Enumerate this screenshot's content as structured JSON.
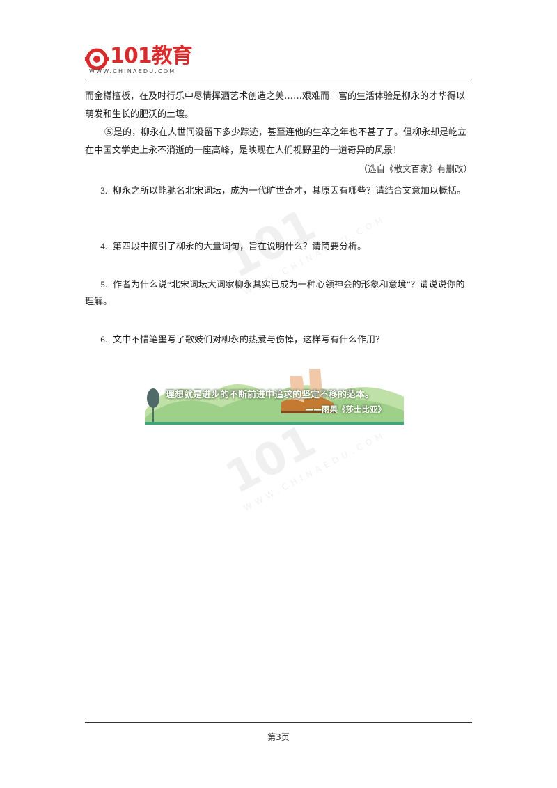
{
  "header": {
    "logo_number": "101",
    "logo_cn": "教育",
    "logo_url": "WWW.CHINAEDU.COM"
  },
  "body": {
    "para1": "而金樽檀板，在及时行乐中尽情挥洒艺术创造之美……艰难而丰富的生活体验是柳永的才华得以萌发和生长的肥沃的土壤。",
    "para2": "⑤是的，柳永在人世间没留下多少踪迹，甚至连他的生卒之年也不甚了了。但柳永却是屹立在中国文学史上永不消逝的一座高峰，是映现在人们视野里的一道奇异的风景！",
    "source": "（选自《散文百家》有删改）"
  },
  "questions": [
    {
      "num": "3.",
      "text": "柳永之所以能驰名北宋词坛，成为一代旷世奇才，其原因有哪些？请结合文意加以概括。"
    },
    {
      "num": "4.",
      "text": "第四段中摘引了柳永的大量词句，旨在说明什么？请简要分析。"
    },
    {
      "num": "5.",
      "text": "作者为什么说“北宋词坛大词家柳永其实已成为一种心领神会的形象和意境”？请说说你的理解。"
    },
    {
      "num": "6.",
      "text": "文中不惜笔墨写了歌妓们对柳永的热爱与伤悼，这样写有什么作用？"
    }
  ],
  "banner": {
    "quote": "理想就是进步的不断前进中追求的坚定不移的范本。",
    "author": "——雨果《莎士比亚》"
  },
  "watermark": {
    "number": "101",
    "url": "WWW.CHINAEDU.COM"
  },
  "footer": {
    "page_label": "第3页"
  }
}
